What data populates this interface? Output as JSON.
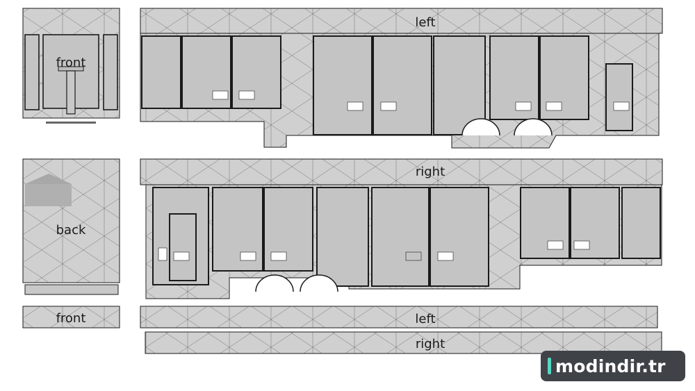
{
  "labels": {
    "front_top": "front",
    "left_top": "left",
    "back": "back",
    "right_top": "right",
    "front_strip": "front",
    "left_strip": "left",
    "right_strip": "right"
  },
  "watermark": {
    "text": "modindir.tr"
  },
  "colors": {
    "panel": "#d0d0d0",
    "panel_dark": "#a8a8a8",
    "line": "#1a1a1a",
    "window": "#c4c4c4",
    "accent": "#56d6c2",
    "badge": "#3f4247"
  }
}
